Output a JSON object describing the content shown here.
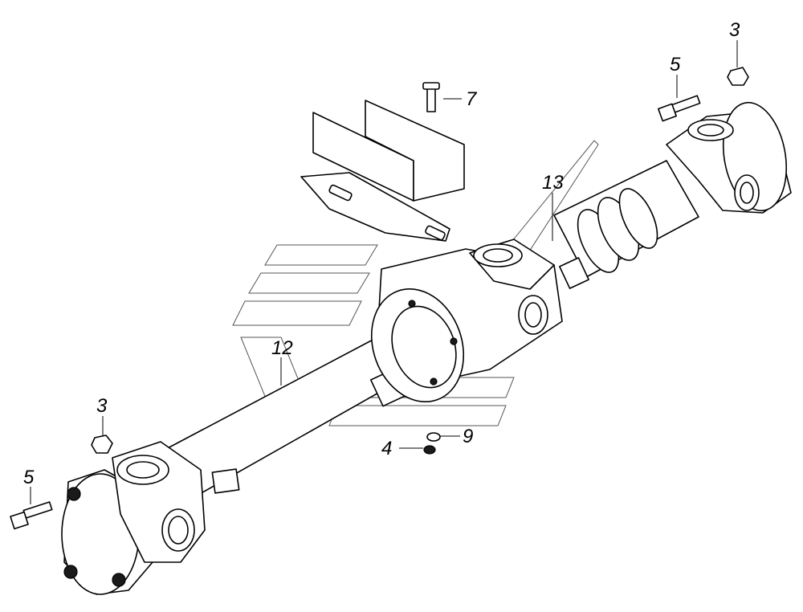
{
  "callouts": {
    "c3_top": "3",
    "c5_top": "5",
    "c7": "7",
    "c13": "13",
    "c12": "12",
    "c3_left": "3",
    "c9": "9",
    "c4": "4",
    "c5_left": "5"
  }
}
